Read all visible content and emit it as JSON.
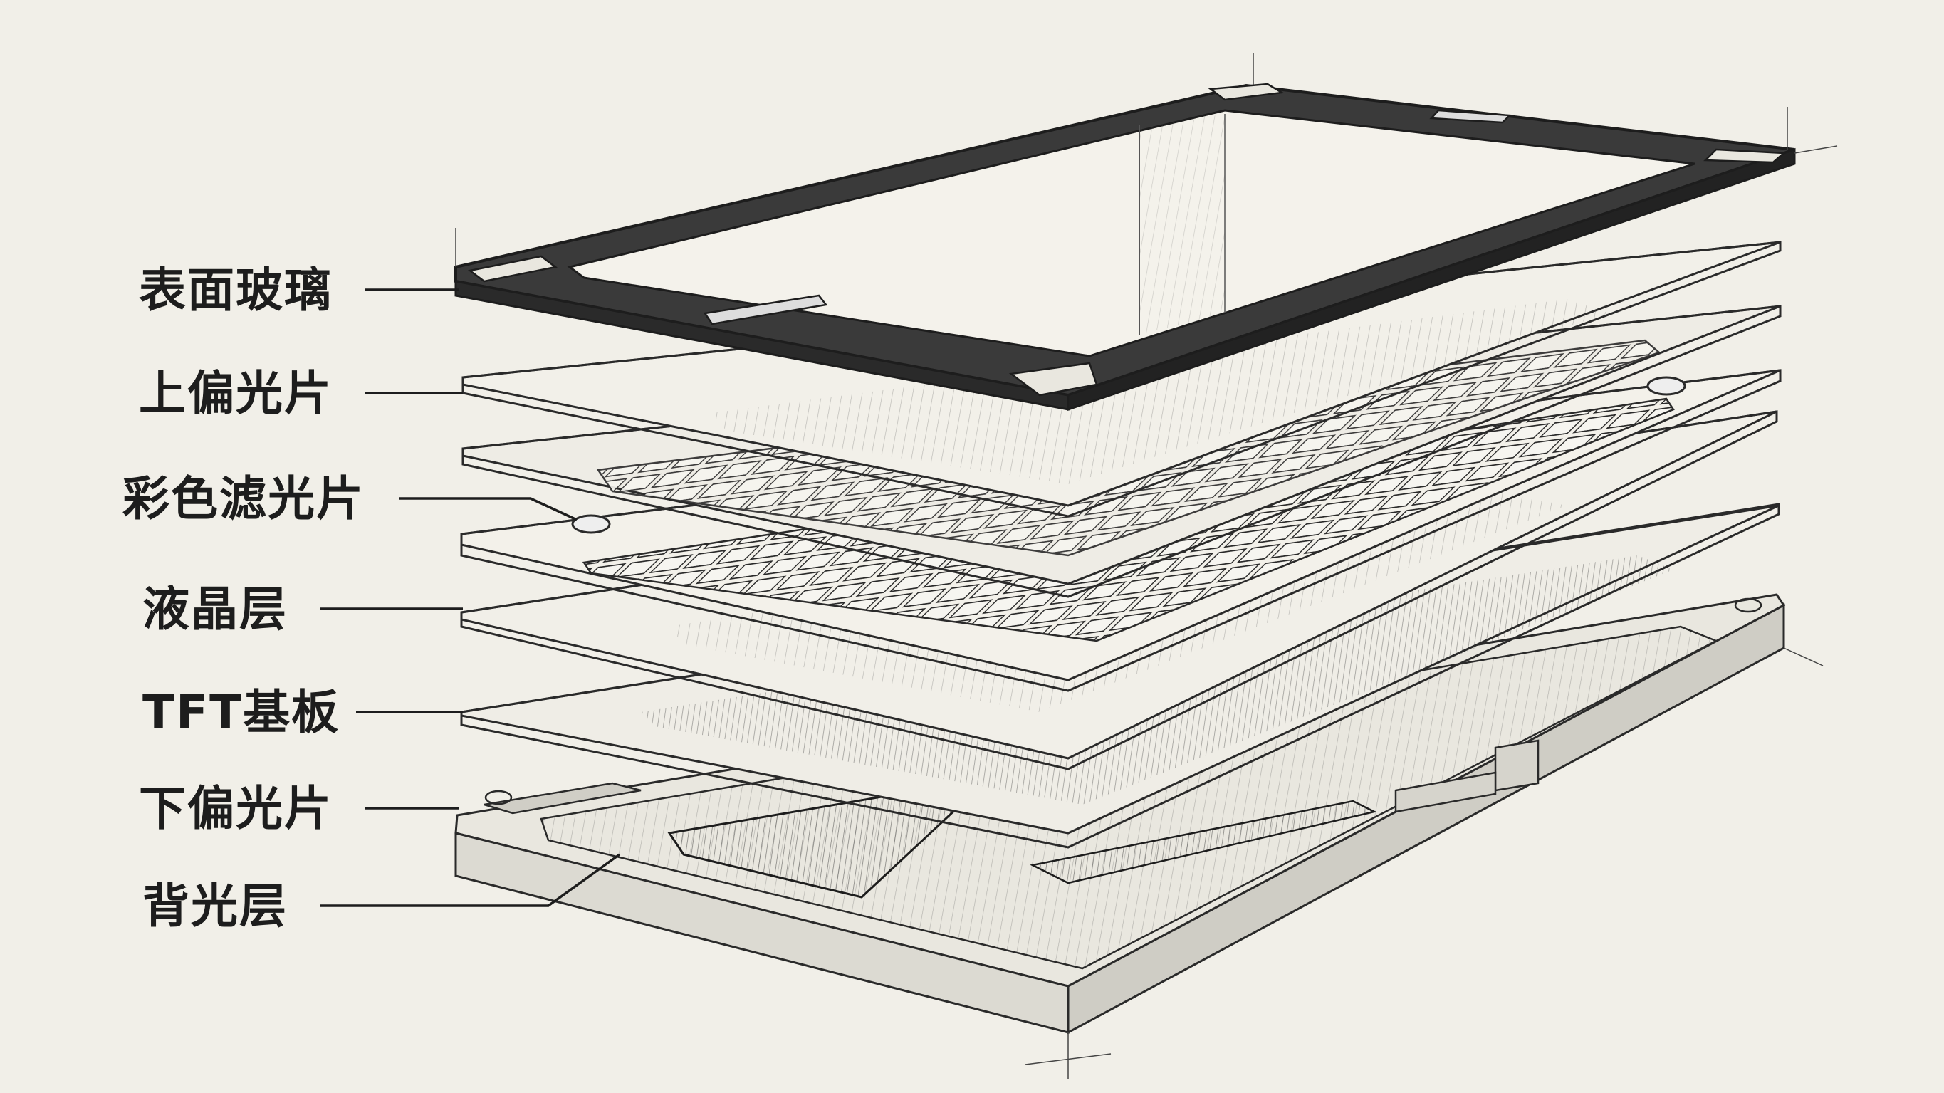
{
  "labels": {
    "cover_glass": "表面玻璃",
    "upper_polarizer": "上偏光片",
    "color_filter": "彩色滤光片",
    "liquid_crystal": "液晶层",
    "tft_substrate": "TFT基板",
    "lower_polarizer": "下偏光片",
    "backlight": "背光层"
  },
  "colors": {
    "paper": "#f1efe8",
    "ink": "#1d1d1d",
    "pencil": "#3a3a3a",
    "shade": "#6b6b6b"
  }
}
